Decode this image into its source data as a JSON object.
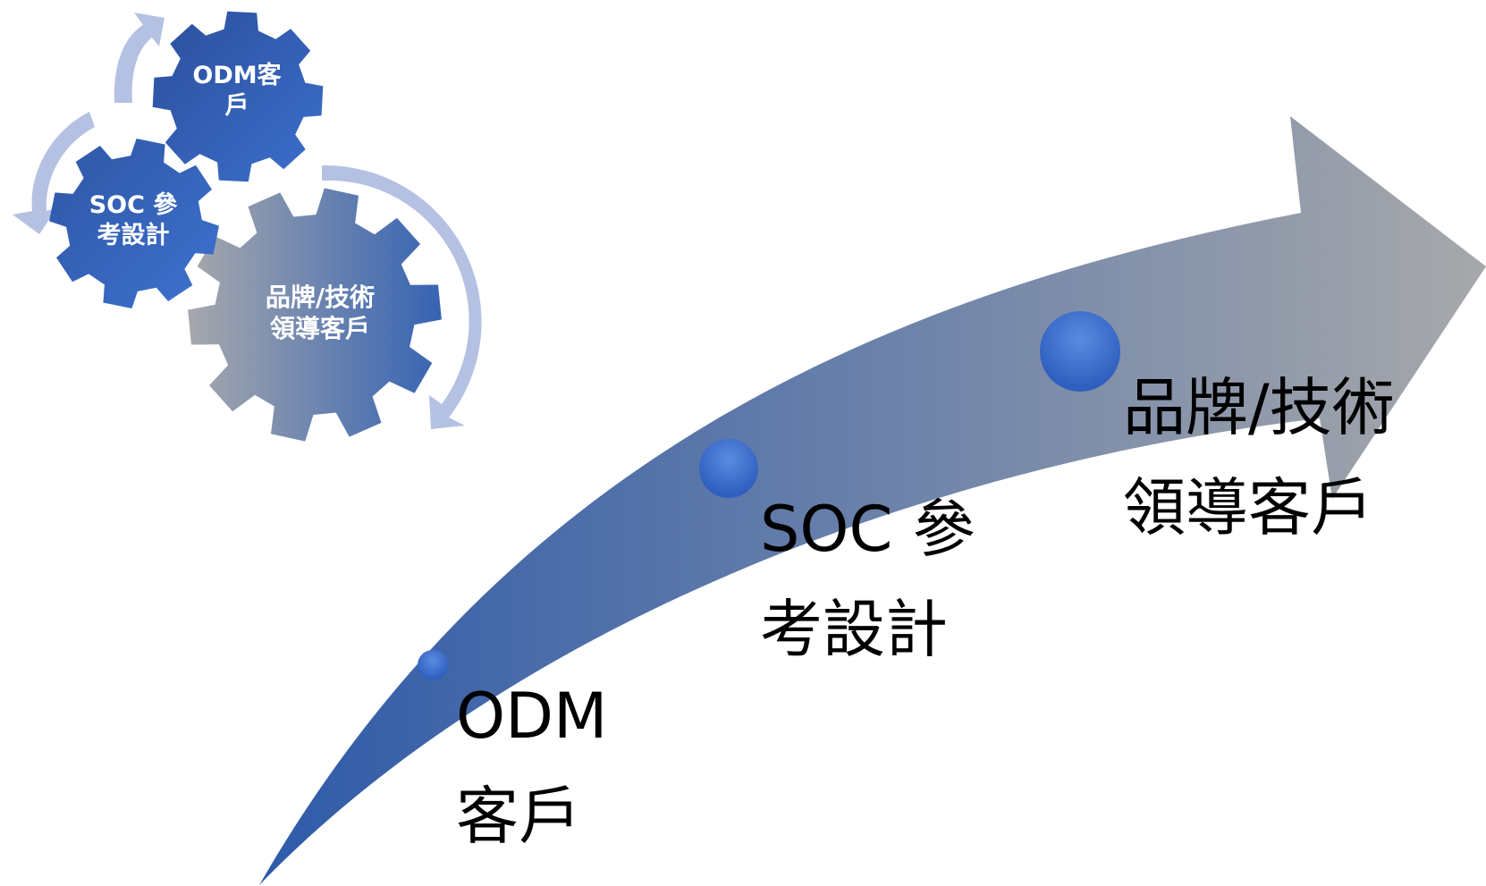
{
  "gears": {
    "odm": {
      "line1": "ODM客",
      "line2": "戶"
    },
    "soc": {
      "line1": "SOC 參",
      "line2": "考設計"
    },
    "brand": {
      "line1": "品牌/技術",
      "line2": "領導客戶"
    }
  },
  "stages": {
    "odm": {
      "line1": "ODM",
      "line2": "客戶"
    },
    "soc": {
      "line1": "SOC 參",
      "line2": "考設計"
    },
    "brand": {
      "line1": "品牌/技術",
      "line2": "領導客戶"
    }
  },
  "colors": {
    "gear_blue_dark": "#2a4d96",
    "gear_blue_light": "#3a6cc8",
    "gear_gray": "#a0a3a8",
    "cycle_arrow": "#b4c1e2",
    "big_arrow_start": "#2e5aa9",
    "big_arrow_end": "#a7a8aa",
    "dot_blue": "#3d6fcc"
  }
}
